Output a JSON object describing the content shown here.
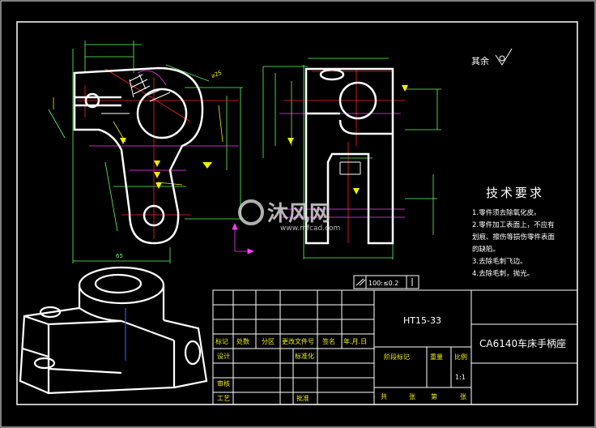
{
  "roughness": {
    "label": "其余"
  },
  "notes": {
    "title": "技术要求",
    "items": [
      "1.零件须去除氧化皮。",
      "2.零件加工表面上，不应有",
      "划痕、擦伤等损伤零件表面",
      "的缺陷。",
      "3.去除毛刺飞边。",
      "4.去除毛刺，抛光。"
    ]
  },
  "watermark": {
    "brand": "沐风网",
    "url": "www.mfcad.com"
  },
  "tolerance_box": {
    "value": "100:≤0.2"
  },
  "dimensions": {
    "width": "65",
    "diameter": "⌀25"
  },
  "title_block": {
    "material": "HT15-33",
    "part_name": "CA6140车床手柄座",
    "header_row": [
      "标记",
      "处数",
      "分区",
      "更改文件号",
      "签名",
      "年.月.日"
    ],
    "design": "设计",
    "standardize": "标准化",
    "review": "审核",
    "process": "工艺",
    "approve": "批准",
    "stage_mark": "阶段标记",
    "weight": "重量",
    "scale": "比例",
    "scale_value": "1:1",
    "total": "共",
    "sheet_unit": "张",
    "sheet": "第",
    "sheet_unit2": "张"
  }
}
